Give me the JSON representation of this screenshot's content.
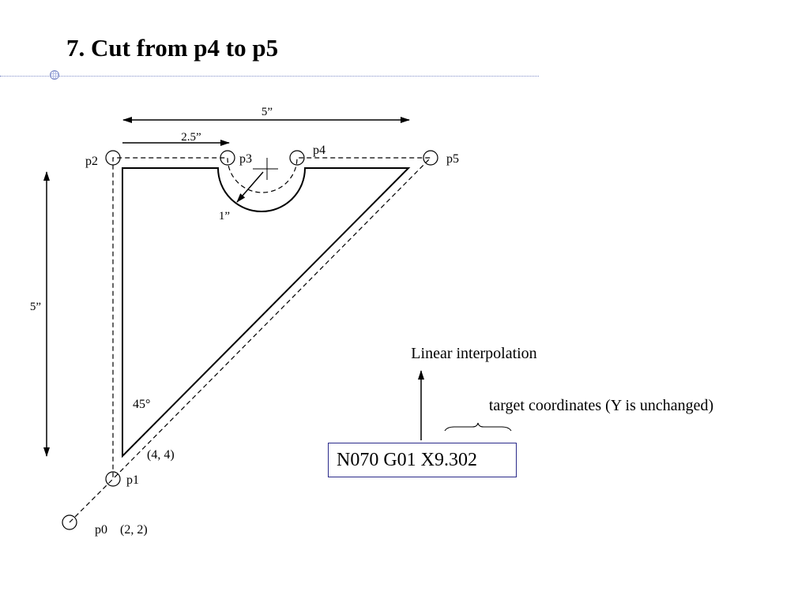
{
  "slide": {
    "title": "7. Cut from p4 to p5"
  },
  "diagram": {
    "dimensions": {
      "overall_width": "5”",
      "half_width": "2.5”",
      "height": "5”",
      "radius": "1”"
    },
    "points": {
      "p0": "p0",
      "p0_coords": "(2, 2)",
      "p1": "p1",
      "p1_coords": "(4, 4)",
      "p2": "p2",
      "p3": "p3",
      "p4": "p4",
      "p5": "p5"
    },
    "angle": "45°",
    "annotations": {
      "interpolation": "Linear interpolation",
      "target": "target coordinates (Y is unchanged)"
    },
    "gcode": "N070 G01 X9.302"
  },
  "colors": {
    "line": "#000000",
    "divider": "#7f8cc8",
    "box_border": "#2a2a8a"
  }
}
